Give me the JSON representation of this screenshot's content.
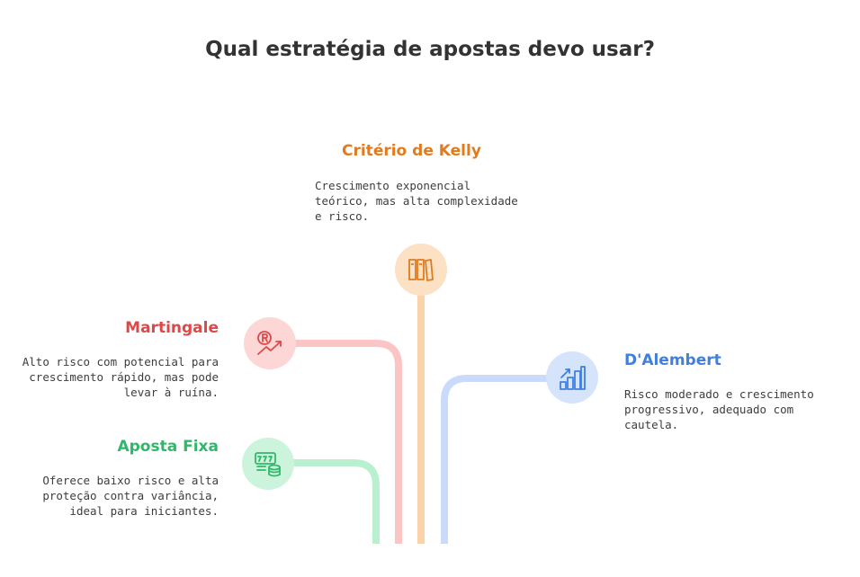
{
  "title": "Qual estratégia de apostas devo usar?",
  "options": [
    {
      "key": "kelly",
      "heading": "Critério de Kelly",
      "description": "Crescimento exponencial teórico, mas alta complexidade e risco.",
      "color": "#e07b1f",
      "bg": "#fde1c4",
      "icon": "books-icon"
    },
    {
      "key": "martingale",
      "heading": "Martingale",
      "description": "Alto risco com potencial para crescimento rápido, mas pode levar à ruína.",
      "color": "#e04848",
      "bg": "#fdd6d6",
      "icon": "risk-trend-icon"
    },
    {
      "key": "dalembert",
      "heading": "D'Alembert",
      "description": "Risco moderado e crescimento progressivo, adequado com cautela.",
      "color": "#3f7fe0",
      "bg": "#d6e4fb",
      "icon": "growth-chart-icon"
    },
    {
      "key": "fixa",
      "heading": "Aposta Fixa",
      "description": "Oferece baixo risco e alta proteção contra variância, ideal para iniciantes.",
      "color": "#2fb86a",
      "bg": "#ccf4dd",
      "icon": "slot-coins-icon"
    }
  ]
}
